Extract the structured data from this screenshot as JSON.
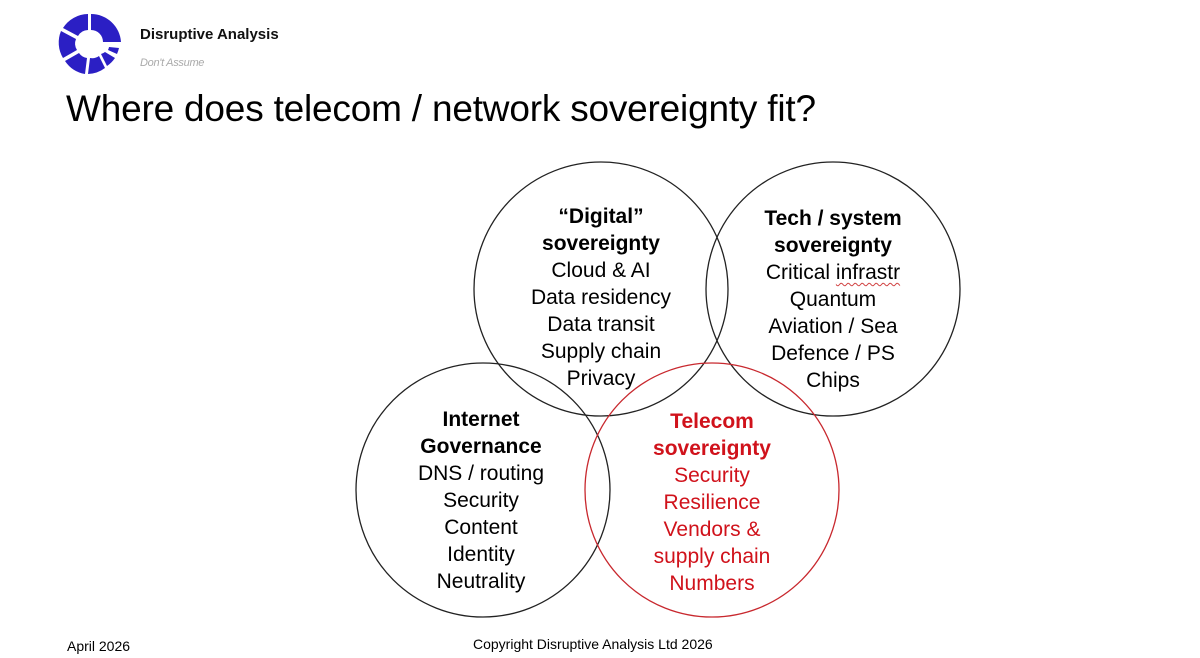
{
  "header": {
    "brand": "Disruptive Analysis",
    "tagline": "Don't Assume",
    "logo_color": "#2b1fc4"
  },
  "title": "Where does telecom / network sovereignty fit?",
  "venn": {
    "circles": [
      {
        "id": "digital",
        "heading": [
          "“Digital”",
          "sovereignty"
        ],
        "items": [
          "Cloud & AI",
          "Data residency",
          "Data transit",
          "Supply chain",
          "Privacy"
        ],
        "color": "#000000"
      },
      {
        "id": "tech",
        "heading": [
          "Tech / system",
          "sovereignty"
        ],
        "items": [
          "Critical infrastr",
          "Quantum",
          "Aviation / Sea",
          "Defence / PS",
          "Chips"
        ],
        "color": "#000000"
      },
      {
        "id": "internet",
        "heading": [
          "Internet",
          "Governance"
        ],
        "items": [
          "DNS / routing",
          "Security",
          "Content",
          "Identity",
          "Neutrality"
        ],
        "color": "#000000"
      },
      {
        "id": "telecom",
        "heading": [
          "Telecom",
          "sovereignty"
        ],
        "items": [
          "Security",
          "Resilience",
          "Vendors &",
          "supply chain",
          "Numbers"
        ],
        "color": "#d0121b"
      }
    ]
  },
  "footer": {
    "date": "April 2026",
    "copyright": "Copyright Disruptive Analysis Ltd 2026"
  }
}
